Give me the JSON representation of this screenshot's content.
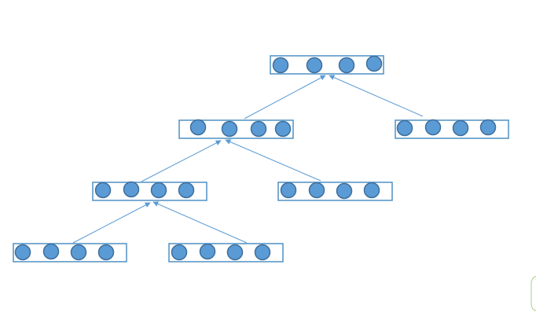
{
  "colors": {
    "box_stroke": "#4f90c4",
    "node_fill": "#5b9bd5",
    "node_stroke": "#3e6e9c",
    "edge_stroke": "#5b9bd5",
    "corner_fragment_stroke": "#a9d18e"
  },
  "nodes": [
    {
      "id": "root",
      "slots": 4
    },
    {
      "id": "level1-left",
      "slots": 4
    },
    {
      "id": "level1-right",
      "slots": 4
    },
    {
      "id": "level2-left",
      "slots": 4
    },
    {
      "id": "level2-right",
      "slots": 4
    },
    {
      "id": "level3-left",
      "slots": 4
    },
    {
      "id": "level3-right",
      "slots": 4
    }
  ],
  "edges": [
    {
      "from": "level1-left",
      "to": "root"
    },
    {
      "from": "level1-right",
      "to": "root"
    },
    {
      "from": "level2-left",
      "to": "level1-left"
    },
    {
      "from": "level2-right",
      "to": "level1-left"
    },
    {
      "from": "level3-left",
      "to": "level2-left"
    },
    {
      "from": "level3-right",
      "to": "level2-left"
    }
  ]
}
